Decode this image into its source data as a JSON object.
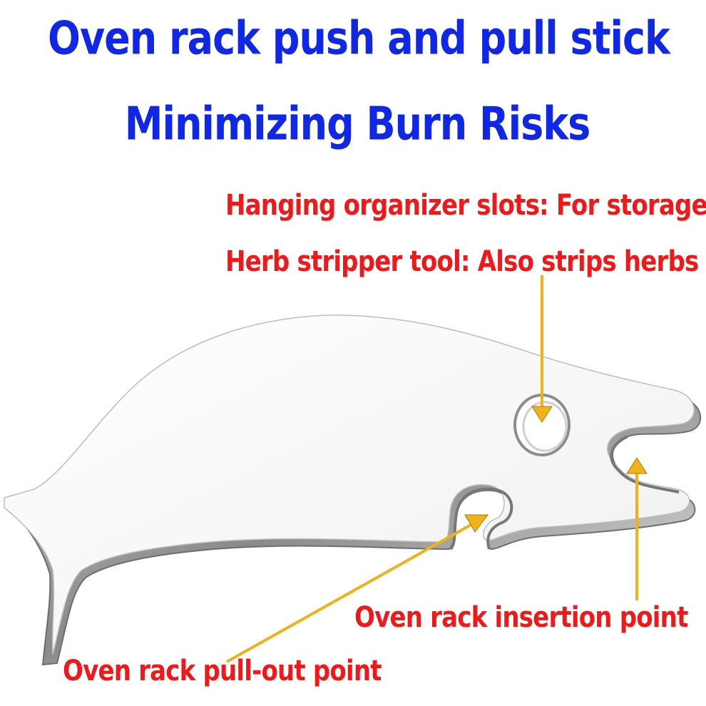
{
  "title": {
    "line1": "Oven rack push and pull stick",
    "line2": "Minimizing Burn Risks"
  },
  "labels": {
    "slots": "Hanging organizer slots: For storage",
    "herb": "Herb stripper tool: Also strips herbs",
    "insertion": "Oven rack insertion point",
    "pullout": "Oven rack pull-out point"
  },
  "colors": {
    "title": "#1028e6",
    "label": "#f01818",
    "arrow": "#f0b21a",
    "tool_edge": "#7a7a7a",
    "tool_fill": "#f4f4f4"
  },
  "icons": {
    "arrow": "down-arrow-icon"
  }
}
